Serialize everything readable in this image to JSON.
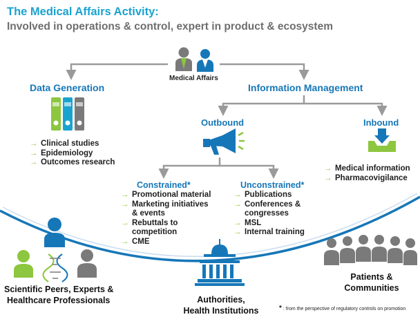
{
  "title": "The Medical Affairs Activity:",
  "subtitle": "Involved in operations & control, expert in product & ecosystem",
  "center": {
    "label": "Medical Affairs"
  },
  "data_generation": {
    "heading": "Data Generation",
    "items": [
      "Clinical studies",
      "Epidemiology",
      "Outcomes research"
    ]
  },
  "information_management": {
    "heading": "Information Management",
    "outbound": {
      "heading": "Outbound",
      "constrained": {
        "heading": "Constrained*",
        "items": [
          "Promotional material",
          "Marketing initiatives & events",
          "Rebuttals to competition",
          "CME"
        ]
      },
      "unconstrained": {
        "heading": "Unconstrained*",
        "items": [
          "Publications",
          "Conferences & congresses",
          "MSL",
          "Internal training"
        ]
      }
    },
    "inbound": {
      "heading": "Inbound",
      "items": [
        "Medical information",
        "Pharmacovigilance"
      ]
    }
  },
  "stakeholders": {
    "scientific": {
      "line1": "Scientific Peers, Experts &",
      "line2": "Healthcare Professionals"
    },
    "authorities": {
      "line1": "Authorities,",
      "line2": "Health Institutions"
    },
    "patients": {
      "line1": "Patients &",
      "line2": "Communities"
    }
  },
  "footnote": {
    "mark": "*",
    "text": ": from the perspective of regulatory controls on promotion"
  },
  "colors": {
    "blue": "#1677b8",
    "title_blue": "#1aa3cf",
    "green": "#8dc63f",
    "gray": "#7a7a7a",
    "arc": "#1677b8"
  },
  "icons": [
    "people-icon",
    "binders-icon",
    "megaphone-icon",
    "inbox-icon",
    "dna-icon",
    "capitol-icon",
    "crowd-icon"
  ]
}
